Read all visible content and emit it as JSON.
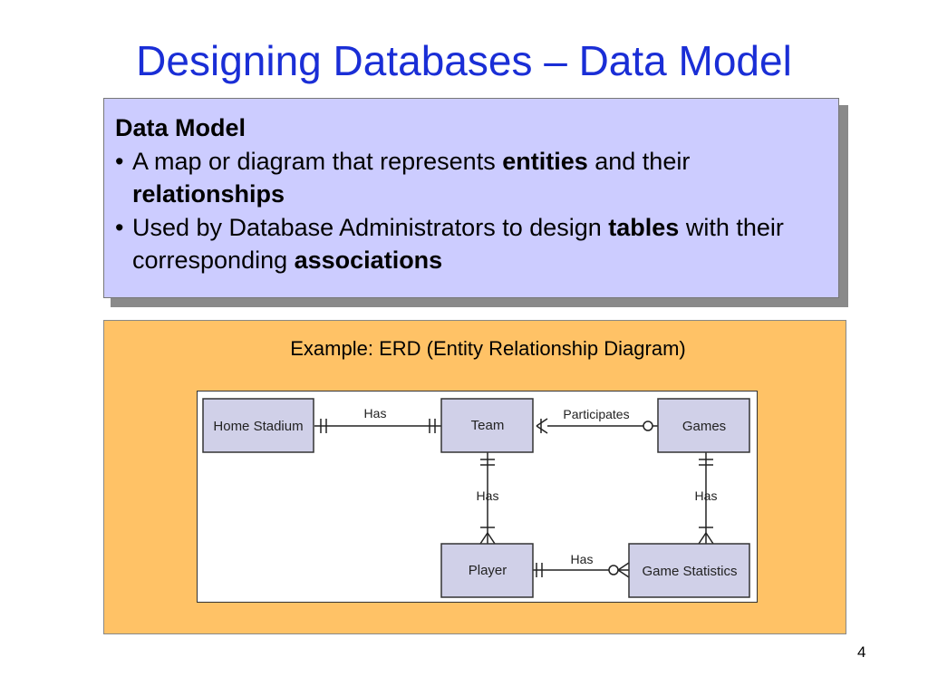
{
  "slide": {
    "title": "Designing Databases – Data Model",
    "page_number": "4"
  },
  "definition": {
    "heading": "Data Model",
    "bullet1": {
      "prefix": "A map or diagram that represents ",
      "term1": "entities",
      "mid": " and their ",
      "term2": "relationships"
    },
    "bullet2": {
      "prefix": "Used by Database Administrators to design ",
      "term1": "tables",
      "mid": " with their corresponding ",
      "term2": "associations"
    }
  },
  "erd": {
    "caption": "Example: ERD (Entity Relationship Diagram)",
    "entities": {
      "home_stadium": "Home Stadium",
      "team": "Team",
      "games": "Games",
      "player": "Player",
      "game_statistics": "Game Statistics"
    },
    "relationships": {
      "stadium_team": "Has",
      "team_games": "Participates",
      "team_player": "Has",
      "games_stats": "Has",
      "player_stats": "Has"
    }
  },
  "colors": {
    "title": "#1a2ed6",
    "definition_box": "#ccccff",
    "erd_panel": "#ffc266",
    "entity_fill": "#d0d0e8"
  }
}
